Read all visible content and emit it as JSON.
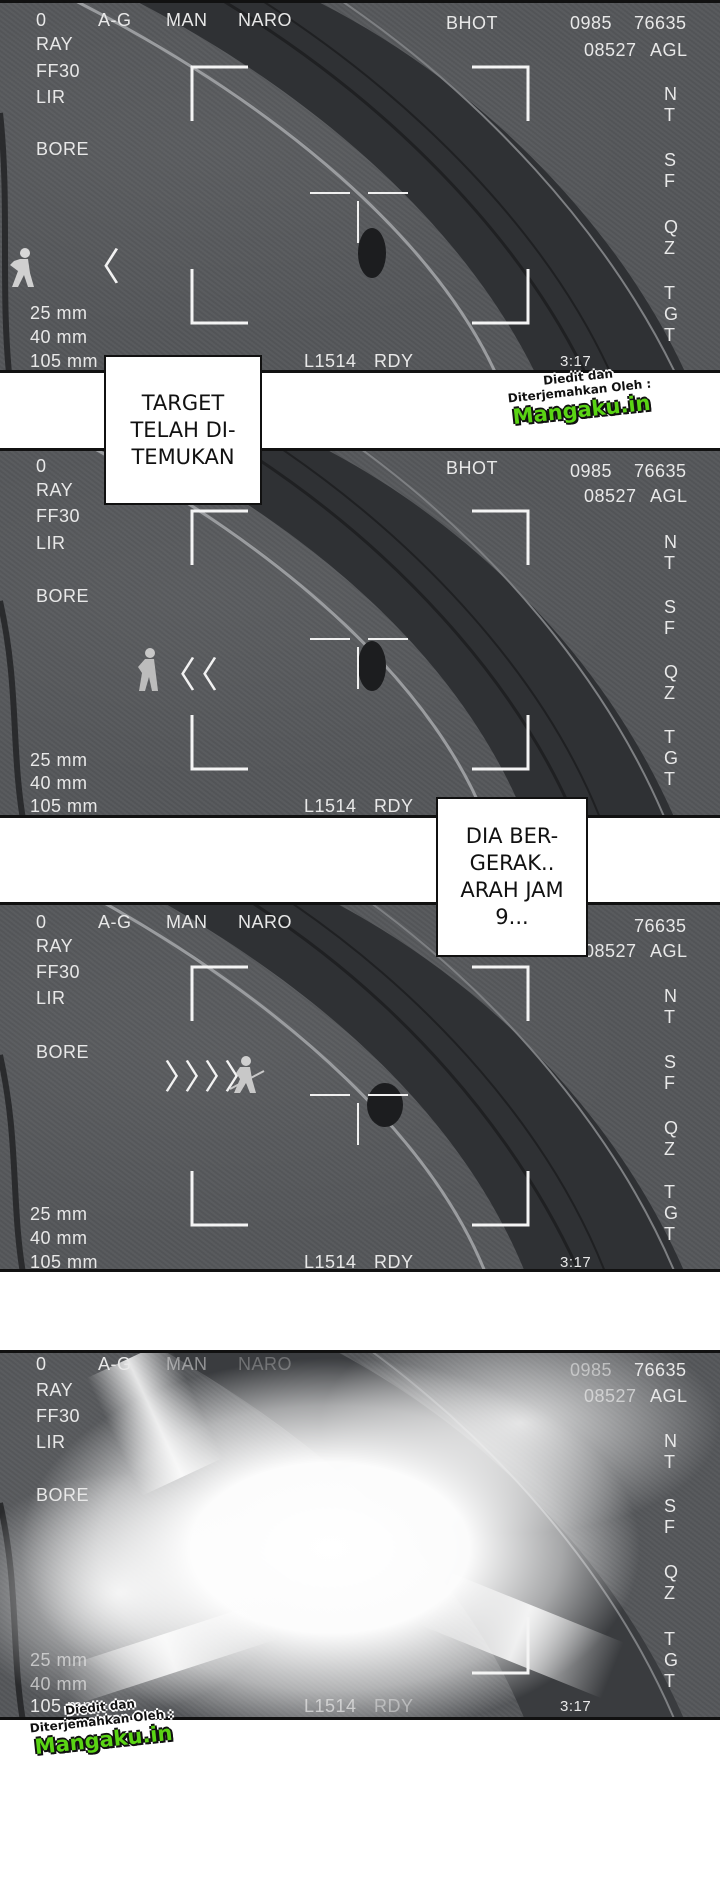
{
  "hud": {
    "altitude": "0",
    "mode": "A-G",
    "man": "MAN",
    "naro": "NARO",
    "bhot": "BHOT",
    "coord1": "0985",
    "coord2": "76635",
    "coord3": "08527",
    "agl": "AGL",
    "left_labels": [
      "RAY",
      "FF30",
      "LIR"
    ],
    "bore": "BORE",
    "right_letters": [
      "N",
      "T",
      "S",
      "F",
      "Q",
      "Z",
      "T",
      "G",
      "T"
    ],
    "calibers": [
      "25 mm",
      "40 mm",
      "105 mm"
    ],
    "status_code": "L1514",
    "status": "RDY",
    "time": "3:17"
  },
  "bubbles": [
    {
      "lines": [
        "TARGET",
        "TELAH DI-",
        "TEMUKAN"
      ]
    },
    {
      "lines": [
        "DIA BER-",
        "GERAK..",
        "ARAH JAM",
        "9..."
      ]
    }
  ],
  "credit": {
    "line1a": "Diedit dan",
    "line1b": "Diterjemahkan Oleh :",
    "brand": "Mangaku.in"
  },
  "chevrons": {
    "panel1": "〈",
    "panel2": "〈〈",
    "panel3": "〉〉〉〉"
  }
}
